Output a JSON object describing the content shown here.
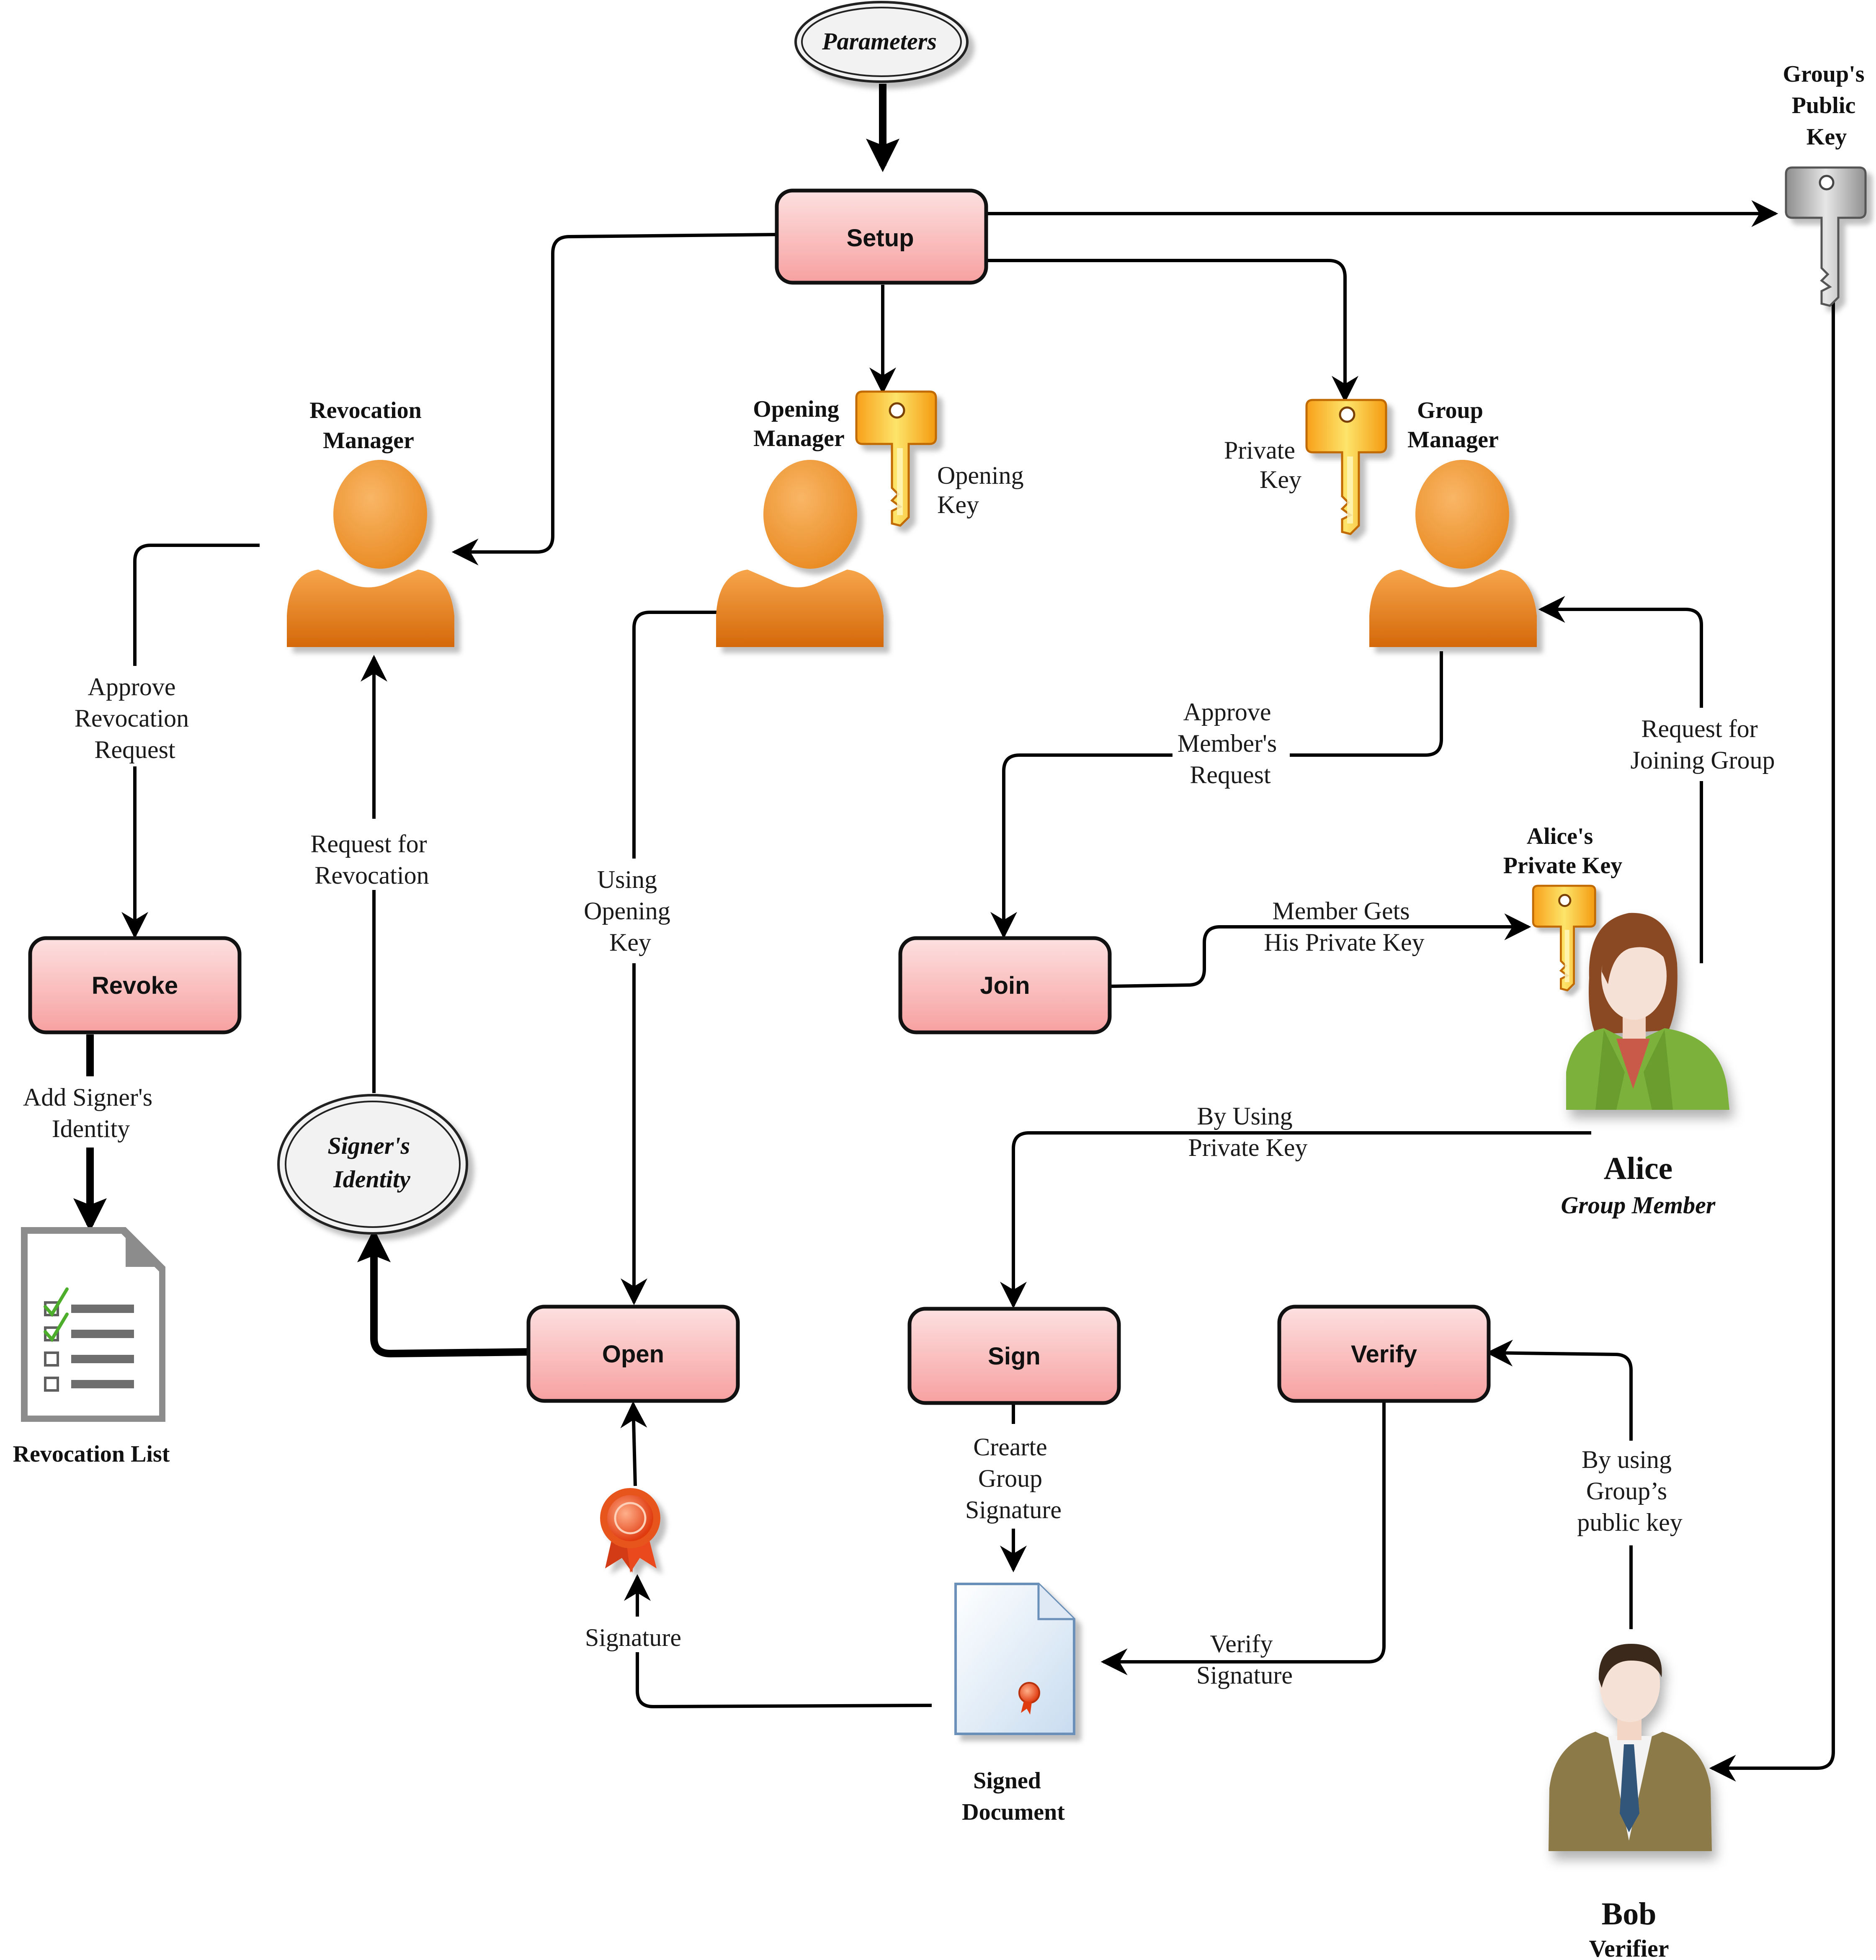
{
  "nodes": {
    "parameters": "Parameters",
    "setup": "Setup",
    "revoke": "Revoke",
    "join": "Join",
    "open": "Open",
    "sign": "Sign",
    "verify": "Verify",
    "signers_identity": [
      "Signer's",
      "Identity"
    ]
  },
  "actors": {
    "revocation_manager": [
      "Revocation",
      "Manager"
    ],
    "opening_manager": [
      "Opening",
      "Manager"
    ],
    "group_manager": [
      "Group",
      "Manager"
    ],
    "alice_name": "Alice",
    "alice_role": "Group Member",
    "bob_name": "Bob",
    "bob_role": "Verifier"
  },
  "objects": {
    "groups_public_key": [
      "Group's",
      "Public",
      "Key"
    ],
    "opening_key": [
      "Opening",
      "Key"
    ],
    "private_key": [
      "Private",
      "Key"
    ],
    "alices_private_key": [
      "Alice's",
      "Private Key"
    ],
    "revocation_list": "Revocation List",
    "signed_document": [
      "Signed",
      "Document"
    ]
  },
  "edge_labels": {
    "approve_revocation": [
      "Approve",
      "Revocation",
      "Request"
    ],
    "add_signers_identity": [
      "Add Signer's",
      "Identity"
    ],
    "request_for_revocation": [
      "Request for",
      "Revocation"
    ],
    "using_opening_key": [
      "Using",
      "Opening",
      "Key"
    ],
    "approve_members_request": [
      "Approve",
      "Member's",
      "Request"
    ],
    "request_for_joining": [
      "Request for",
      "Joining Group"
    ],
    "member_gets_key": [
      "Member Gets",
      "His Private Key"
    ],
    "by_using_private_key": [
      "By Using",
      "Private Key"
    ],
    "create_group_signature": [
      "Crearte",
      "Group",
      "Signature"
    ],
    "verify_signature": [
      "Verify",
      "Signature"
    ],
    "by_using_public_key": [
      "By using",
      "Group’s",
      "public key"
    ],
    "signature": "Signature"
  },
  "colors": {
    "process_fill": "#f9a7a7",
    "process_fill_light": "#fde0e0",
    "actor_orange": "#f0922a",
    "actor_orange_dark": "#d4680a",
    "key_yellow": "#f7b21a",
    "key_gray": "#a9a9a9",
    "edge": "#000000"
  }
}
